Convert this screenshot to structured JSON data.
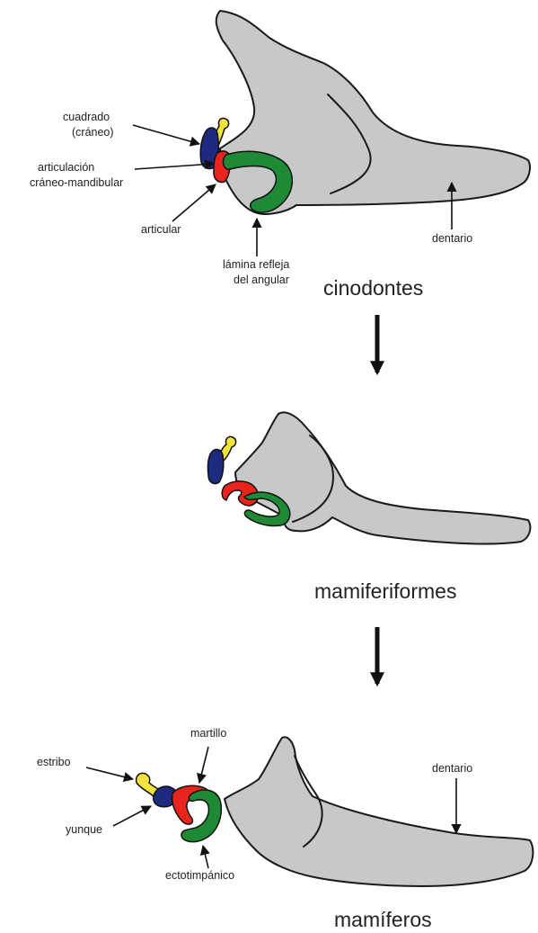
{
  "stages": [
    {
      "name": "cinodontes",
      "labels": {
        "cuadrado": [
          "cuadrado",
          "(cráneo)"
        ],
        "articulacion": [
          "articulación",
          "cráneo-mandibular"
        ],
        "articular": "articular",
        "lamina": [
          "lámina refleja",
          "del angular"
        ],
        "dentario": "dentario"
      }
    },
    {
      "name": "mamiferiformes"
    },
    {
      "name": "mamíferos",
      "labels": {
        "estribo": "estribo",
        "yunque": "yunque",
        "martillo": "martillo",
        "ectotimpanico": "ectotimpánico",
        "dentario": "dentario"
      }
    }
  ],
  "colors": {
    "bone_fill": "#c6c8ca",
    "yellow": "#f2e23a",
    "blue": "#1d2a80",
    "red": "#e8241c",
    "green": "#1f8a36"
  }
}
